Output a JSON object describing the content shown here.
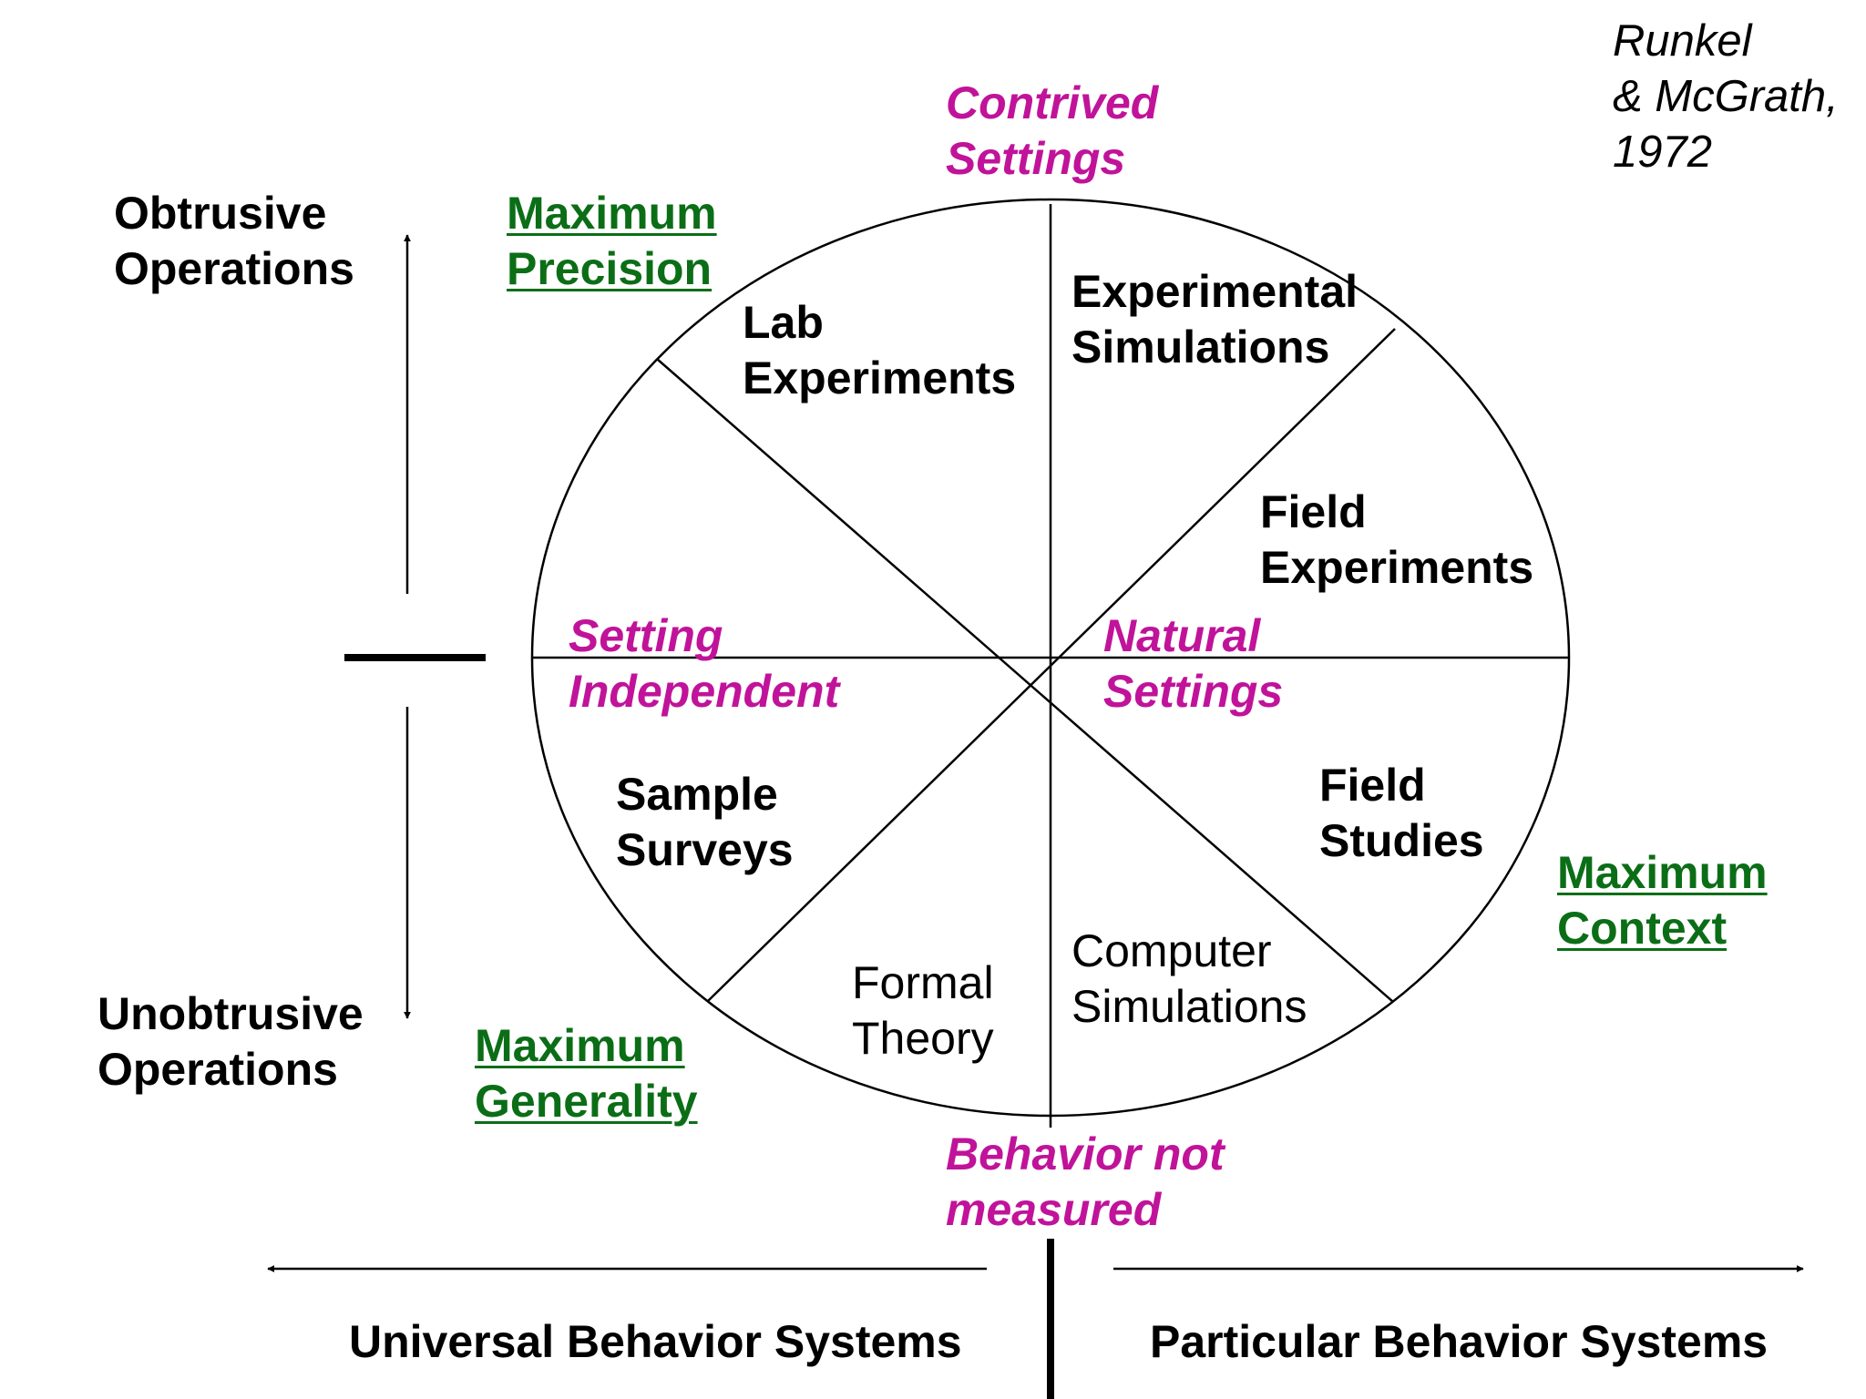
{
  "citation": [
    "Runkel",
    "& McGrath,",
    "1972"
  ],
  "circle_segments": {
    "lab_experiments": [
      "Lab",
      "Experiments"
    ],
    "experimental_simulations": [
      "Experimental",
      "Simulations"
    ],
    "field_experiments": [
      "Field",
      "Experiments"
    ],
    "field_studies": [
      "Field",
      "Studies"
    ],
    "computer_simulations": [
      "Computer",
      "Simulations"
    ],
    "formal_theory": [
      "Formal",
      "Theory"
    ],
    "sample_surveys": [
      "Sample",
      "Surveys"
    ]
  },
  "setting_labels": {
    "contrived": [
      "Contrived",
      "Settings"
    ],
    "natural": [
      "Natural",
      "Settings"
    ],
    "independent": [
      "Setting",
      "Independent"
    ],
    "behavior_not_measured": [
      "Behavior not",
      "measured"
    ]
  },
  "maximum_labels": {
    "precision": [
      "Maximum",
      "Precision"
    ],
    "context": [
      "Maximum",
      "Context"
    ],
    "generality": [
      "Maximum",
      "Generality"
    ]
  },
  "vertical_axis": {
    "top": [
      "Obtrusive",
      "Operations"
    ],
    "bottom": [
      "Unobtrusive",
      "Operations"
    ]
  },
  "horizontal_axis": {
    "left": "Universal Behavior Systems",
    "right": "Particular Behavior Systems"
  },
  "colors": {
    "line": "#000000",
    "setting_text": "#c0139a",
    "maximum_text": "#0b6e17"
  }
}
